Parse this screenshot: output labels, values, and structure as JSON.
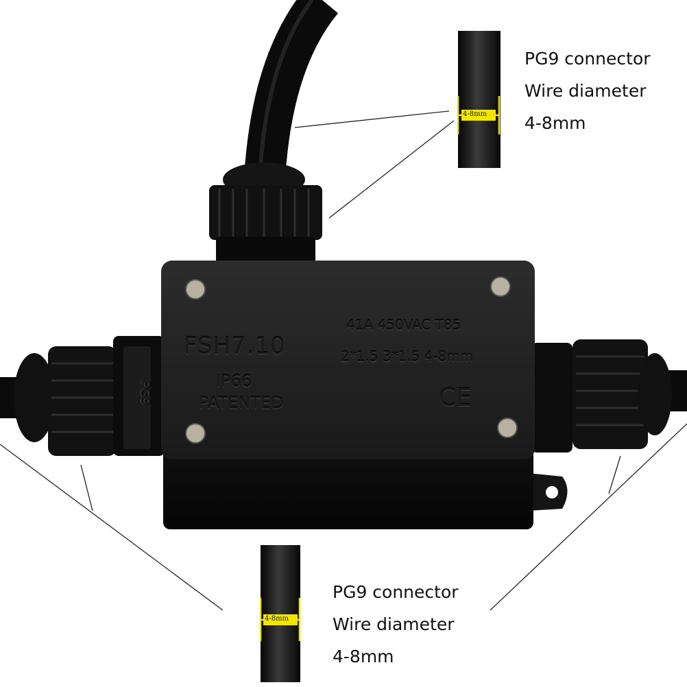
{
  "top_caption": {
    "line1": "PG9 connector",
    "line2": "Wire diameter",
    "line3": "4-8mm",
    "marker": "4-8mm"
  },
  "bottom_caption": {
    "line1": "PG9 connector",
    "line2": "Wire diameter",
    "line3": "4-8mm",
    "marker": "4-8mm"
  },
  "box_markings": {
    "model": "FSH7.10",
    "rating": "IP66",
    "patent": "PATENTED",
    "electrical": "41A 450VAC T85",
    "wire_spec": "2*1.5 3*1.5 4-8mm",
    "cert": "CE",
    "gland_label": "PG9"
  },
  "colors": {
    "marker": "#f2e600",
    "plastic": "#141414",
    "background": "#ffffff"
  }
}
